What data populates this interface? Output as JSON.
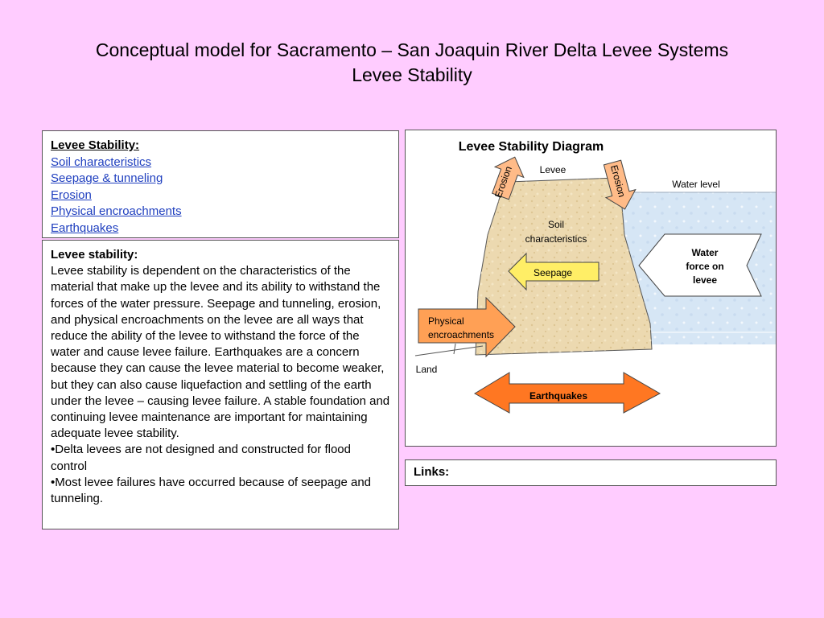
{
  "title": {
    "line1": "Conceptual model for Sacramento – San Joaquin River Delta Levee Systems",
    "line2": "Levee Stability"
  },
  "topics": {
    "heading": "Levee Stability:",
    "links": [
      "Soil characteristics",
      "Seepage & tunneling",
      "Erosion",
      "Physical encroachments",
      "Earthquakes"
    ]
  },
  "description": {
    "heading": "Levee stability:",
    "body": "Levee stability is dependent on the characteristics of the material that make up the levee and its ability to withstand the forces of the water pressure.  Seepage and tunneling, erosion, and physical encroachments on the levee are all ways that reduce the ability of the levee to withstand the force of the water and cause levee failure.  Earthquakes are a concern because they can cause the levee material to become weaker, but they can also cause liquefaction and settling of the earth under the levee – causing levee failure.  A stable foundation and continuing levee maintenance are important for maintaining adequate levee stability.",
    "bullets": [
      "•Delta levees are not designed and constructed for flood control",
      "•Most levee failures have occurred because of seepage and tunneling."
    ]
  },
  "diagram": {
    "title": "Levee Stability Diagram",
    "levee_label": "Levee",
    "water_level_label": "Water level",
    "land_label": "Land",
    "erosion_left": "Erosion",
    "erosion_right": "Erosion",
    "soil_line1": "Soil",
    "soil_line2": "characteristics",
    "seepage": "Seepage",
    "encroach_line1": "Physical",
    "encroach_line2": "encroachments",
    "water_force_line1": "Water",
    "water_force_line2": "force on",
    "water_force_line3": "levee",
    "earthquakes": "Earthquakes",
    "colors": {
      "soil": "#ecd9b0",
      "water": "#d6e6f5",
      "arrow_orange": "#ffa055",
      "arrow_yellow": "#ffee66",
      "arrow_quake": "#ff7722",
      "arrow_erosion": "#ffbb88"
    }
  },
  "links": {
    "label": "Links:"
  }
}
